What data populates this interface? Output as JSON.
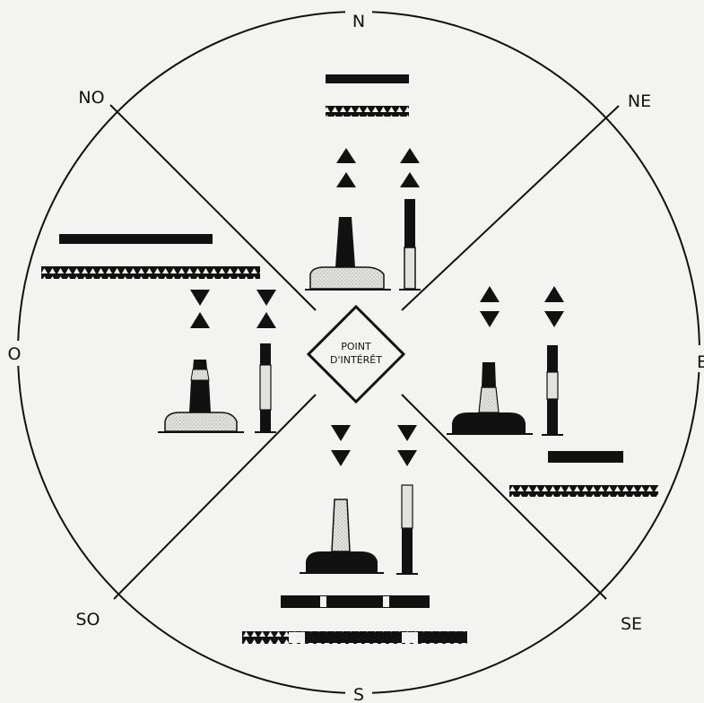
{
  "directions": {
    "n": "N",
    "ne": "NE",
    "e": "E",
    "se": "SE",
    "s": "S",
    "so": "SO",
    "o": "O",
    "no": "NO"
  },
  "center": {
    "line1": "POINT",
    "line2": "D'INTÉRÊT"
  },
  "colors": {
    "ink": "#111111",
    "paper": "#f3f3f1",
    "light": "#dcdcd8"
  }
}
